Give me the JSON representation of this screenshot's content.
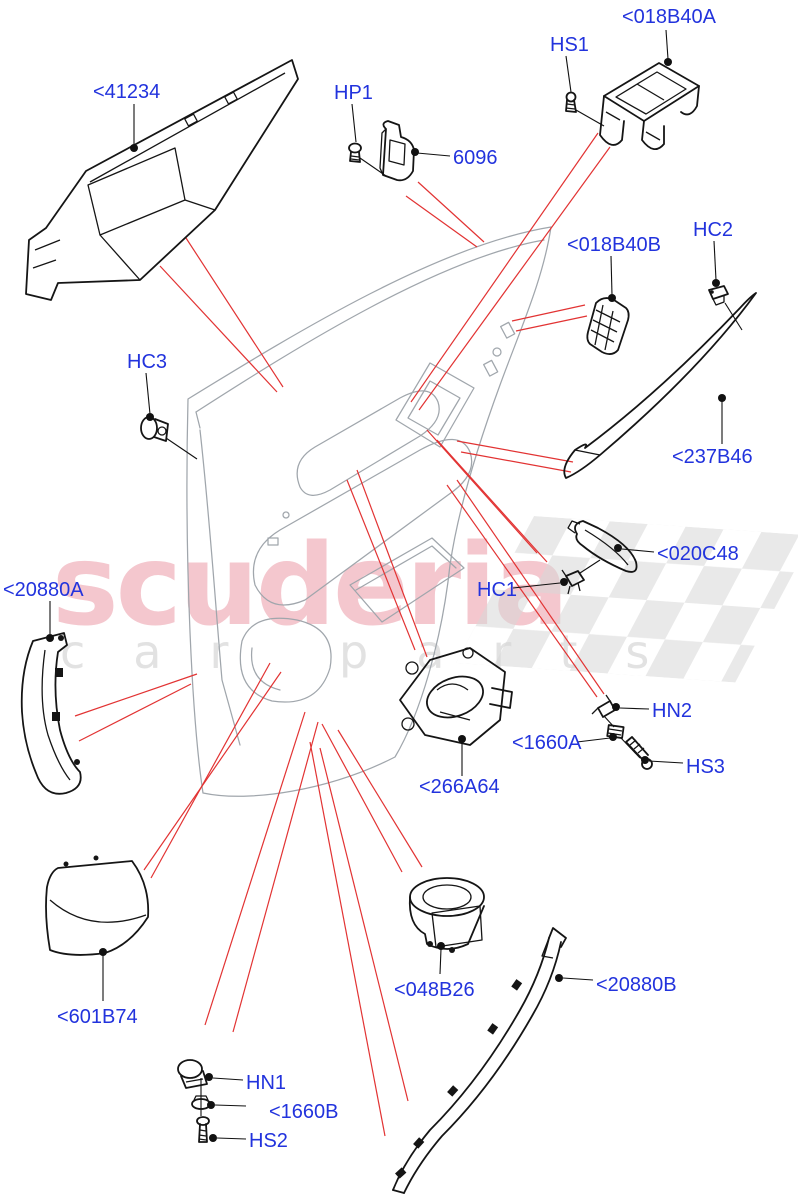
{
  "diagram": {
    "kind": "exploded-parts-diagram",
    "subject": "rear door interior trim panel",
    "colors": {
      "label_blue": "#2233dd",
      "leader_red": "#e23333",
      "part_line_black": "#151515",
      "door_art_gray": "#a0a6ac",
      "watermark_pink": "#f4c7ce",
      "watermark_gray": "#e2e2e2",
      "checker_gray": "#d7d7d7",
      "background": "#ffffff"
    }
  },
  "watermark": {
    "brand": "scuderia",
    "tagline": "car parts"
  },
  "labels": [
    {
      "id": "41234",
      "text": "<41234"
    },
    {
      "id": "hp1",
      "text": "HP1"
    },
    {
      "id": "6096",
      "text": "6096"
    },
    {
      "id": "hs1",
      "text": "HS1"
    },
    {
      "id": "018b40a",
      "text": "<018B40A"
    },
    {
      "id": "018b40b",
      "text": "<018B40B"
    },
    {
      "id": "hc2",
      "text": "HC2"
    },
    {
      "id": "237b46",
      "text": "<237B46"
    },
    {
      "id": "hc3",
      "text": "HC3"
    },
    {
      "id": "20880a",
      "text": "<20880A"
    },
    {
      "id": "hc1",
      "text": "HC1"
    },
    {
      "id": "020c48",
      "text": "<020C48"
    },
    {
      "id": "266a64",
      "text": "<266A64"
    },
    {
      "id": "1660a",
      "text": "<1660A"
    },
    {
      "id": "hn2",
      "text": "HN2"
    },
    {
      "id": "hs3",
      "text": "HS3"
    },
    {
      "id": "601b74",
      "text": "<601B74"
    },
    {
      "id": "hn1",
      "text": "HN1"
    },
    {
      "id": "1660b",
      "text": "<1660B"
    },
    {
      "id": "hs2",
      "text": "HS2"
    },
    {
      "id": "048b26",
      "text": "<048B26"
    },
    {
      "id": "20880b",
      "text": "<20880B"
    }
  ]
}
